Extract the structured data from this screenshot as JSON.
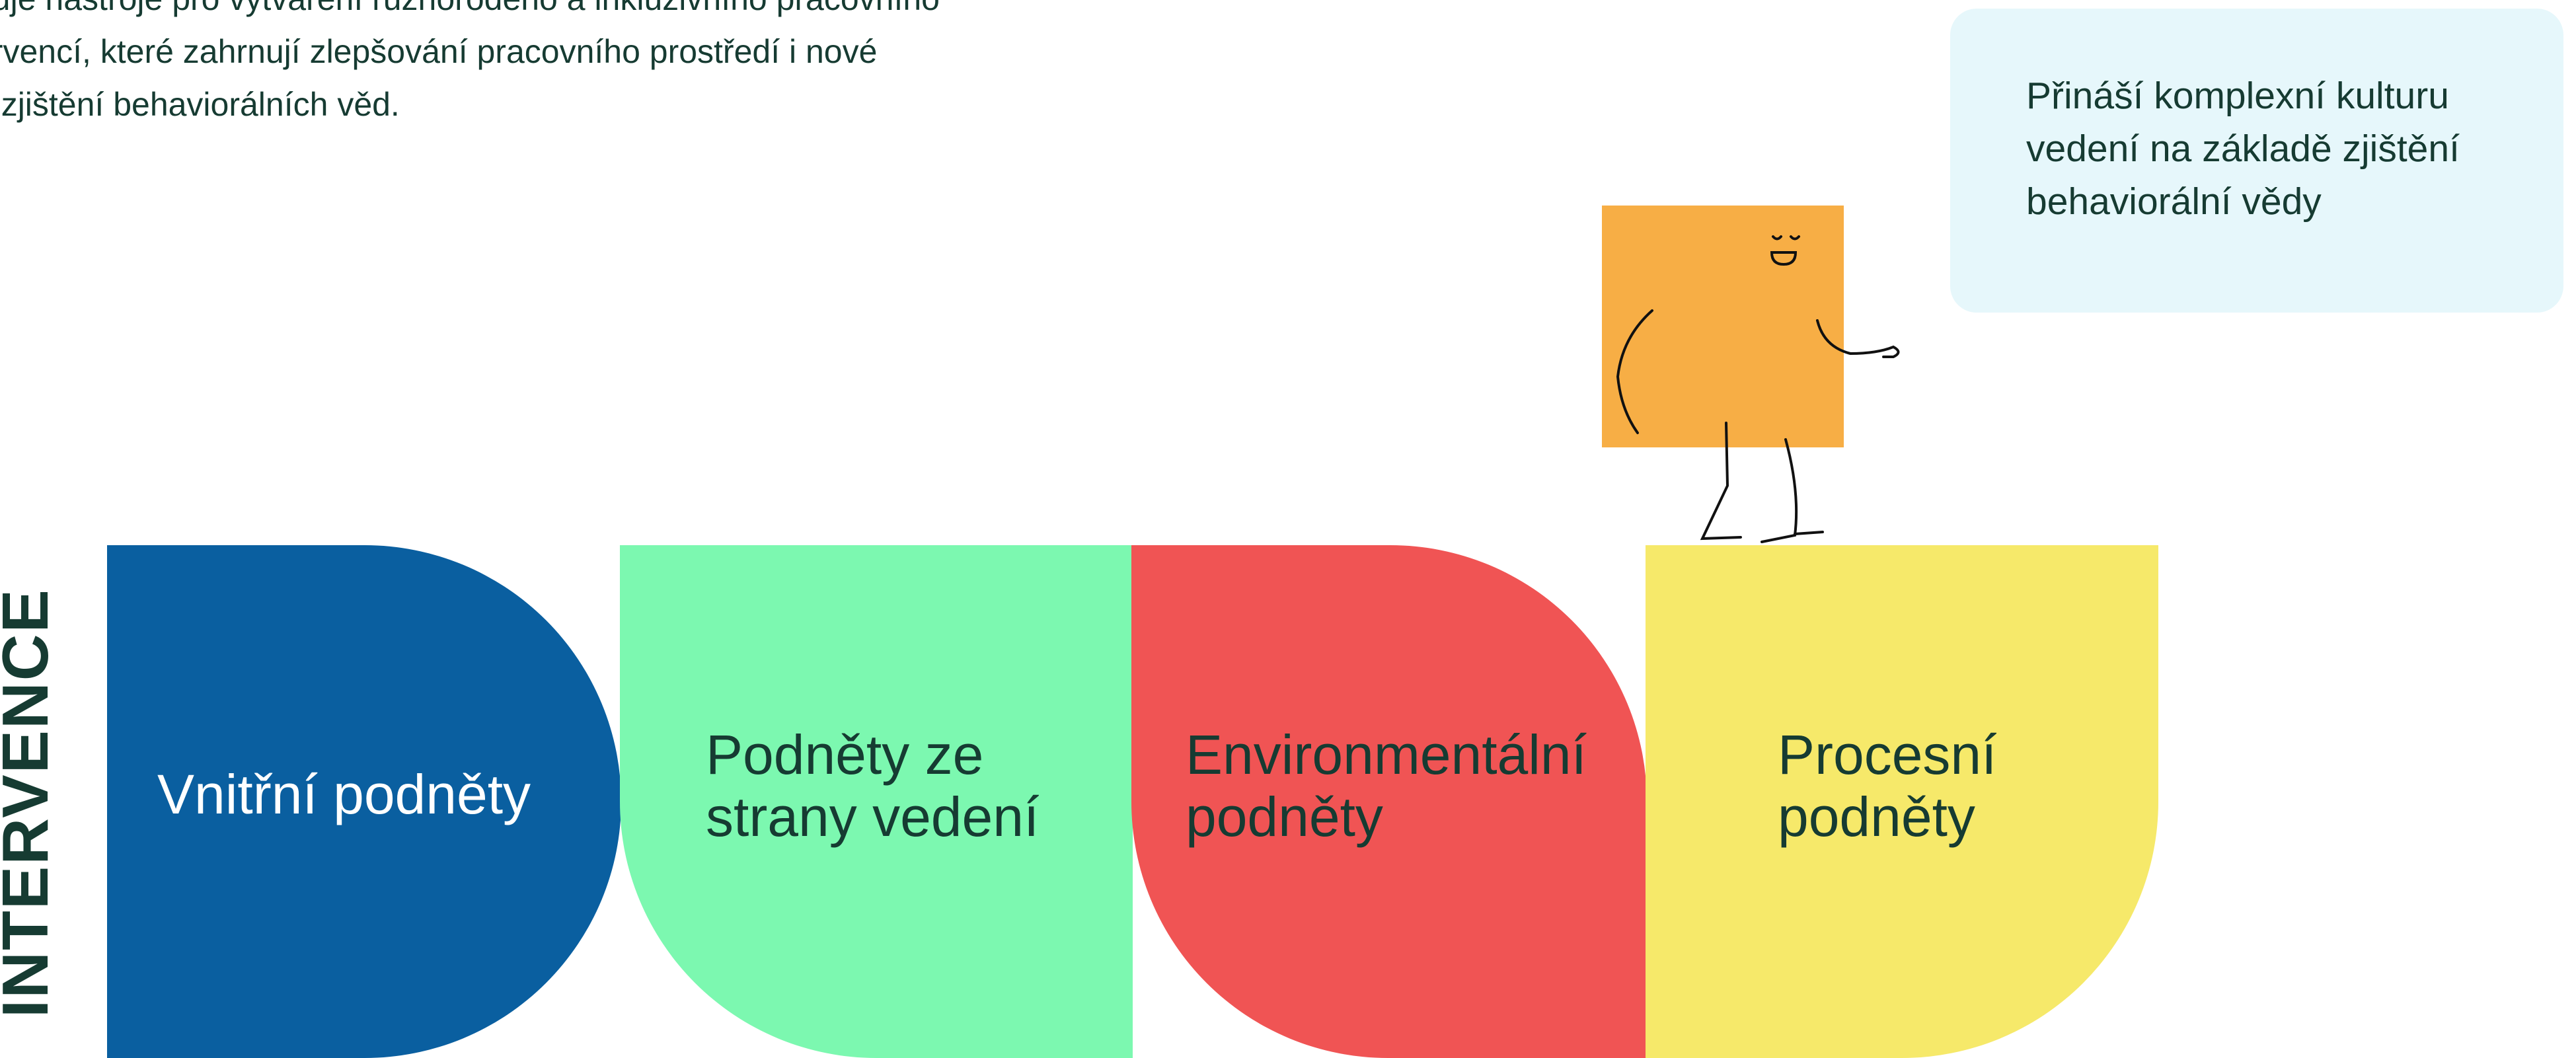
{
  "intro": {
    "lines": [
      "nuje nástroje pro vytváření různorodého a inkluzivního pracovního",
      "ervencí, které zahrnují zlepšování pracovního prostředí i nové",
      "ě zjištění behaviorálních věd."
    ]
  },
  "callout": {
    "lines": [
      "Přináší komplexní kulturu",
      "vedení na základě zjištění",
      "behaviorální vědy"
    ]
  },
  "side_label": "INTERVENCE",
  "segments": [
    {
      "lines": [
        "Vnitřní podněty"
      ],
      "color": "#0a5fa0",
      "text_color": "#ffffff"
    },
    {
      "lines": [
        "Podněty ze",
        "strany vedení"
      ],
      "color": "#7cf8b0",
      "text_color": "#163b32"
    },
    {
      "lines": [
        "Environmentální",
        "podněty"
      ],
      "color": "#f05454",
      "text_color": "#163b32"
    },
    {
      "lines": [
        "Procesní",
        "podněty"
      ],
      "color": "#f6e96a",
      "text_color": "#163b32"
    }
  ],
  "character": {
    "body_color": "#f7ae45",
    "icon": "walking-square-character"
  }
}
